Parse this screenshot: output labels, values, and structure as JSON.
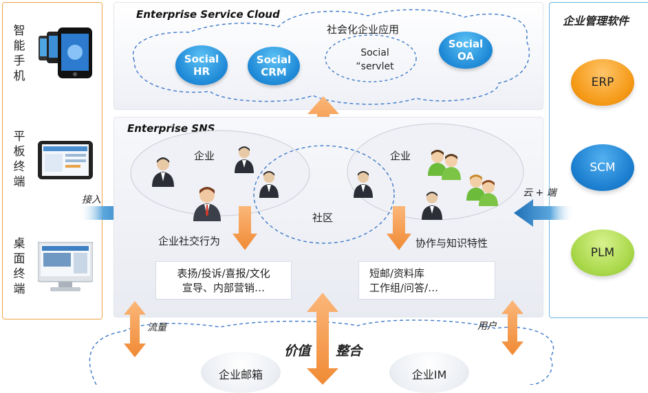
{
  "left": {
    "smartphone_label": "智能手机",
    "tablet_label": "平板终端",
    "desktop_label": "桌面终端",
    "access_label": "接入"
  },
  "cloud": {
    "title": "Enterprise Service Cloud",
    "social_apps_label": "社会化企业应用",
    "social_hr": "Social HR",
    "social_crm": "Social CRM",
    "social_servlet": "Social “servlet",
    "social_oa": "Social OA"
  },
  "sns": {
    "title": "Enterprise SNS",
    "enterprise_left": "企业",
    "enterprise_right": "企业",
    "community": "社区",
    "behavior_label": "企业社交行为",
    "collab_label": "协作与知识特性",
    "box_left_line1": "表扬/投诉/喜报/文化",
    "box_left_line2": "宣导、内部营销…",
    "box_right_line1": "短邮/资料库",
    "box_right_line2": "工作组/问答/…"
  },
  "right": {
    "title": "企业管理软件",
    "erp": "ERP",
    "scm": "SCM",
    "plm": "PLM",
    "cloud_end_label": "云 + 端"
  },
  "bottom": {
    "traffic_label": "流量",
    "users_label": "用户",
    "value_label": "价值",
    "integrate_label": "整合",
    "mail_label": "企业邮箱",
    "im_label": "企业IM"
  },
  "colors": {
    "orange_arrow": "#f5a155",
    "blue_arrow": "#2d86c8",
    "erp": "#f7a020",
    "scm": "#1a80d0",
    "plm": "#a9d84a"
  }
}
